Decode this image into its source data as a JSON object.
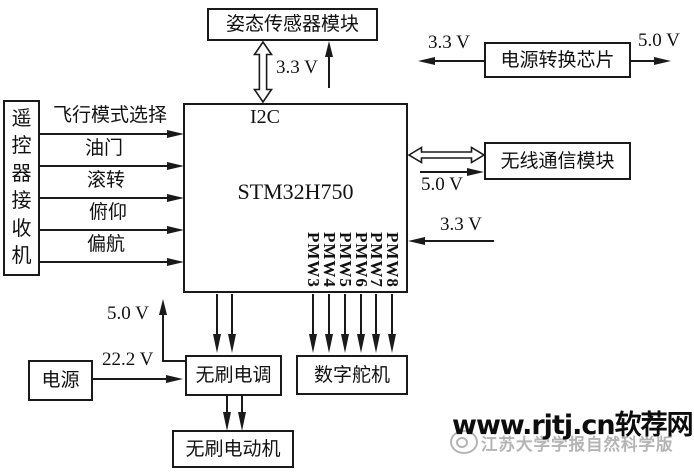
{
  "blocks": {
    "sensor": {
      "label": "姿态传感器模块"
    },
    "power_chip": {
      "label": "电源转换芯片"
    },
    "receiver": {
      "label": "遥控器接收机"
    },
    "mcu": {
      "label": "STM32H750",
      "bus_label": "I2C"
    },
    "wireless": {
      "label": "无线通信模块"
    },
    "battery": {
      "label": "电源"
    },
    "esc": {
      "label": "无刷电调"
    },
    "servo": {
      "label": "数字舵机"
    },
    "motor": {
      "label": "无刷电动机"
    }
  },
  "rc_channels": [
    "飞行模式选择",
    "油门",
    "滚转",
    "俯仰",
    "偏航"
  ],
  "pwm_pins": [
    "PMW3",
    "PMW4",
    "PMW5",
    "PMW6",
    "PMW7",
    "PMW8"
  ],
  "voltages": {
    "sensor_supply": "3.3 V",
    "chip_out_left": "3.3 V",
    "chip_out_right": "5.0 V",
    "wireless_supply": "5.0 V",
    "mcu_supply": "3.3 V",
    "esc_bec_out": "5.0 V",
    "battery_out": "22.2 V"
  },
  "watermark": {
    "site": "www.rjtj.cn软荐网",
    "journal": "江苏大学学报自然科学版"
  },
  "colors": {
    "line": "#1a1a1a",
    "watermark_gray": "#b4b4b4"
  }
}
